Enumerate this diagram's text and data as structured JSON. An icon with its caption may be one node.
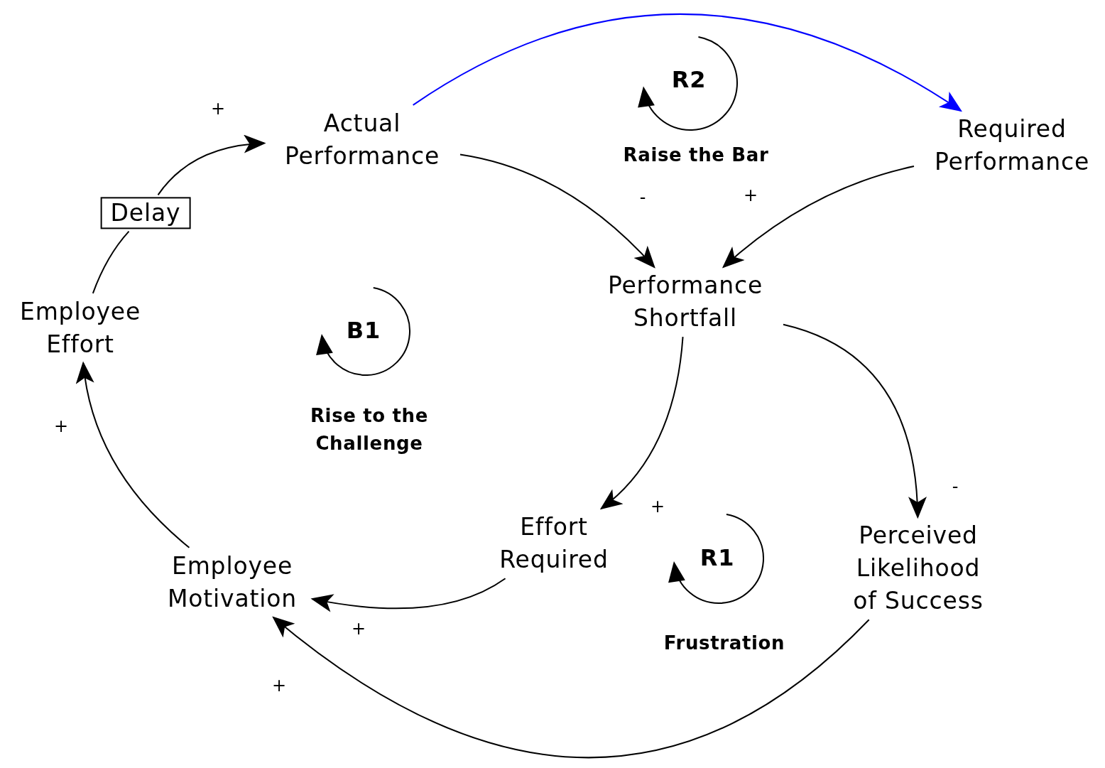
{
  "diagram": {
    "nodes": [
      {
        "text": [
          "Actual Performance"
        ]
      },
      {
        "text": [
          "Required Performance"
        ]
      },
      {
        "text": [
          "Performance Shortfall"
        ]
      },
      {
        "text": [
          "Effort Required"
        ]
      },
      {
        "text": [
          "Perceived Likelihood of Success"
        ]
      },
      {
        "text": [
          "Employee Motivation"
        ]
      },
      {
        "text": [
          "Employee Effort"
        ]
      },
      {
        "text": [
          "Delay"
        ]
      }
    ],
    "edges": [
      {
        "from": 0,
        "to": 2,
        "arrow": "to",
        "label": "-"
      },
      {
        "from": 1,
        "to": 2,
        "arrow": "to",
        "label": "+"
      },
      {
        "from": 2,
        "to": 3,
        "arrow": "to",
        "label": "+"
      },
      {
        "from": 2,
        "to": 4,
        "arrow": "to",
        "label": "-"
      },
      {
        "from": 3,
        "to": 5,
        "arrow": "to",
        "label": "+"
      },
      {
        "from": 4,
        "to": 5,
        "arrow": "to",
        "label": "+"
      },
      {
        "from": 5,
        "to": 6,
        "arrow": "to",
        "label": "+"
      },
      {
        "from": 6,
        "to": 7,
        "arrow": "none"
      },
      {
        "from": 7,
        "to": 0,
        "arrow": "to",
        "label": "+"
      },
      {
        "from": 0,
        "to": 1,
        "arrow": "to",
        "color": "#0000ff"
      }
    ],
    "labels": [
      "R2",
      "Raise the Bar",
      "B1",
      "Rise to the Challenge",
      "R1",
      "Frustration"
    ]
  }
}
